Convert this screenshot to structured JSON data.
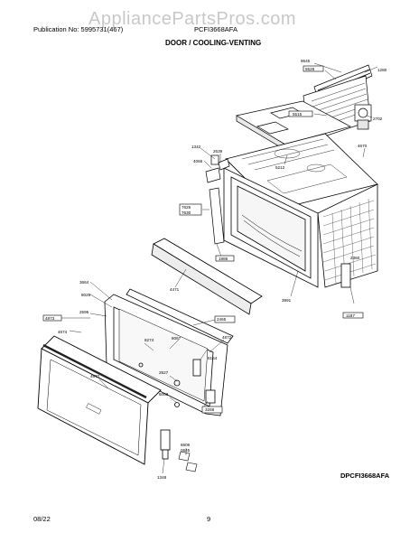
{
  "header": {
    "watermark": "AppliancePartsPros.com",
    "publication": "Publication No: 5995731(4",
    "publication_suffix": "67)",
    "model": "PCFI3668AFA",
    "section_title": "DOOR / COOLING-VENTING"
  },
  "parts": {
    "p9645": "9645",
    "p5528": "5528",
    "p1280": "1280",
    "p5515": "5515",
    "p2702": "2702",
    "p1342": "1342",
    "p2639": "2639",
    "p5212": "5212",
    "p4670": "4670",
    "p4066": "4066",
    "p7625": "7625",
    "p7630": "7630",
    "p1986": "1986",
    "p4471": "4471",
    "p3664": "3664",
    "p8029": "8029",
    "p2595": "2595",
    "p4873": "4873",
    "p4674": "4674",
    "p4872": "4872",
    "p8274": "8274",
    "p2465": "2465",
    "p6067": "6067",
    "p6164": "6164",
    "p3991": "3991",
    "p2360": "2360",
    "p1187": "1187",
    "p2527": "2527",
    "p6063": "6063",
    "p3268": "3268",
    "p6606": "6606",
    "p1348": "1348",
    "p0645": "0645"
  },
  "footer": {
    "diagram_code": "DPCFI3668AFA",
    "date": "08/22",
    "page": "9"
  }
}
